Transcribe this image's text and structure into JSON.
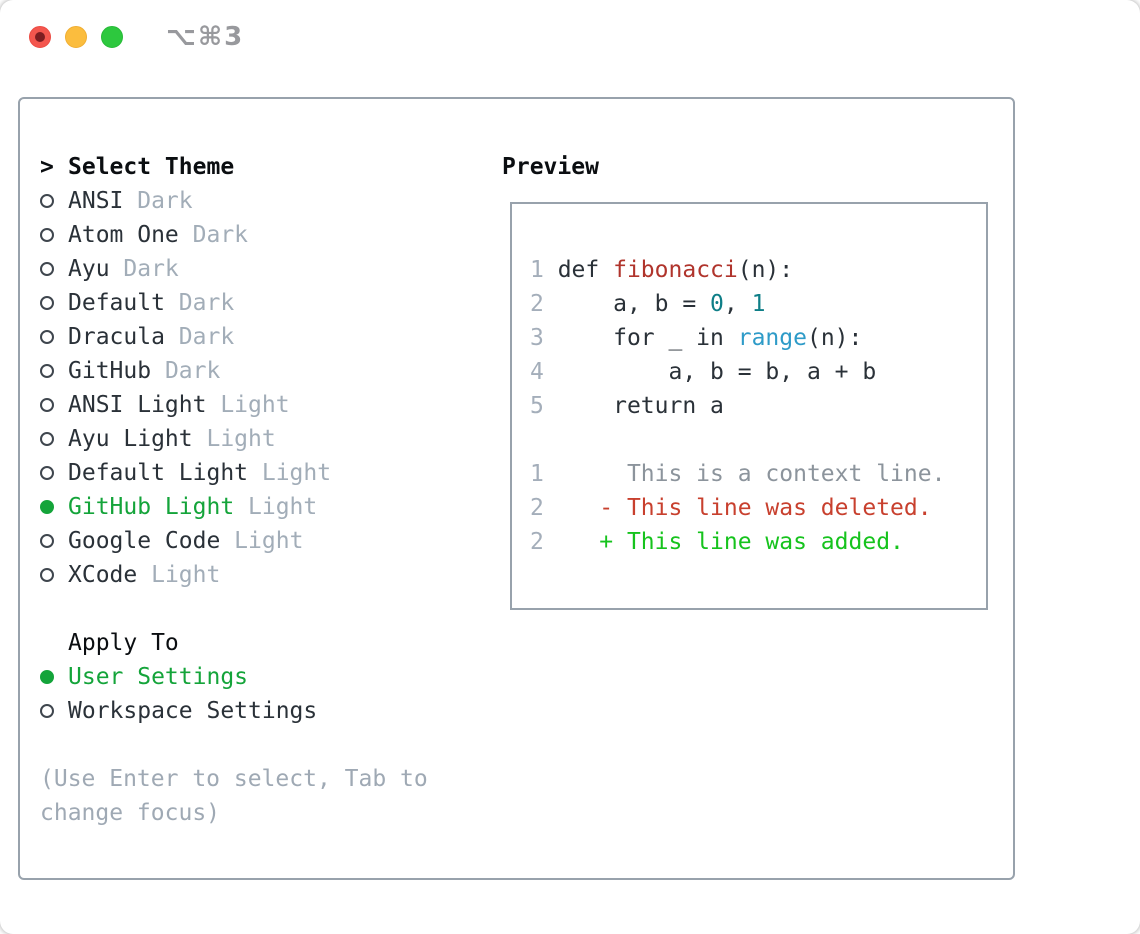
{
  "titlebar": {
    "title": "⌥⌘3"
  },
  "panel": {
    "select_theme": {
      "prefix": ">",
      "title": "Select Theme",
      "items": [
        {
          "name": "ANSI",
          "variant": "Dark",
          "selected": false
        },
        {
          "name": "Atom One",
          "variant": "Dark",
          "selected": false
        },
        {
          "name": "Ayu",
          "variant": "Dark",
          "selected": false
        },
        {
          "name": "Default",
          "variant": "Dark",
          "selected": false
        },
        {
          "name": "Dracula",
          "variant": "Dark",
          "selected": false
        },
        {
          "name": "GitHub",
          "variant": "Dark",
          "selected": false
        },
        {
          "name": "ANSI Light",
          "variant": "Light",
          "selected": false
        },
        {
          "name": "Ayu Light",
          "variant": "Light",
          "selected": false
        },
        {
          "name": "Default Light",
          "variant": "Light",
          "selected": false
        },
        {
          "name": "GitHub Light",
          "variant": "Light",
          "selected": true
        },
        {
          "name": "Google Code",
          "variant": "Light",
          "selected": false
        },
        {
          "name": "XCode",
          "variant": "Light",
          "selected": false
        }
      ]
    },
    "apply_to": {
      "title": "Apply To",
      "options": [
        {
          "name": "User Settings",
          "selected": true
        },
        {
          "name": "Workspace Settings",
          "selected": false
        }
      ]
    },
    "hint_lines": [
      "(Use Enter to select, Tab to",
      "change focus)"
    ],
    "preview": {
      "title": "Preview",
      "code_lines": [
        {
          "num": "1",
          "tokens": [
            {
              "text": " def ",
              "style": "plain"
            },
            {
              "text": "fibonacci",
              "style": "func"
            },
            {
              "text": "(n):",
              "style": "plain"
            }
          ]
        },
        {
          "num": "2",
          "tokens": [
            {
              "text": "     a, b = ",
              "style": "plain"
            },
            {
              "text": "0",
              "style": "numlit"
            },
            {
              "text": ", ",
              "style": "plain"
            },
            {
              "text": "1",
              "style": "numlit"
            }
          ]
        },
        {
          "num": "3",
          "tokens": [
            {
              "text": "     for _ in ",
              "style": "plain"
            },
            {
              "text": "range",
              "style": "builtin"
            },
            {
              "text": "(n):",
              "style": "plain"
            }
          ]
        },
        {
          "num": "4",
          "tokens": [
            {
              "text": "         a, b = b, a + b",
              "style": "plain"
            }
          ]
        },
        {
          "num": "5",
          "tokens": [
            {
              "text": "     return a",
              "style": "plain"
            }
          ]
        },
        {
          "num": "",
          "tokens": []
        },
        {
          "num": "1",
          "tokens": [
            {
              "text": "      This is a context line.",
              "style": "ctx"
            }
          ]
        },
        {
          "num": "2",
          "tokens": [
            {
              "text": "    ",
              "style": "plain"
            },
            {
              "text": "- This line was deleted.",
              "style": "del"
            }
          ]
        },
        {
          "num": "2",
          "tokens": [
            {
              "text": "    ",
              "style": "plain"
            },
            {
              "text": "+ This line was added.",
              "style": "add"
            }
          ]
        }
      ]
    }
  },
  "colors": {
    "accent_green": "#14a43a",
    "muted": "#a2adb8",
    "text": "#2a3138",
    "heading": "#0b0e11",
    "panel_border": "#98a2ac",
    "lineno": "#a4aeba",
    "func_red": "#b0342c",
    "number_teal": "#0e7e87",
    "builtin_blue": "#2e9bc8",
    "context_gray": "#8c949c",
    "deleted_red": "#c8402e",
    "added_green": "#16c31d",
    "hint": "#9fa9b4",
    "traffic_red": "#f4564e",
    "traffic_red_dot": "#7d1d21",
    "traffic_yellow": "#fbbd3e",
    "traffic_green": "#2dc83e",
    "title_gray": "#98999d"
  }
}
